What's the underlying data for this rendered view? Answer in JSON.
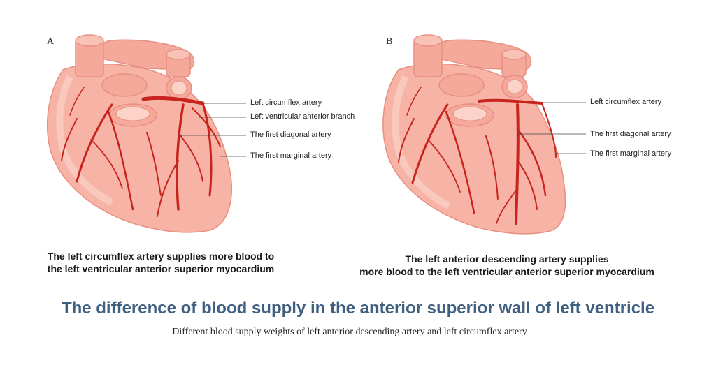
{
  "panels": [
    {
      "letter": "A",
      "labels": [
        "Left circumflex artery",
        "Left ventricular anterior branch",
        "The first diagonal artery",
        "The first marginal artery"
      ],
      "caption": [
        "The left circumflex artery supplies more blood to",
        "the left ventricular anterior superior myocardium"
      ]
    },
    {
      "letter": "B",
      "labels": [
        "Left circumflex artery",
        "The first diagonal artery",
        "The first marginal artery"
      ],
      "caption": [
        "The left anterior descending artery supplies",
        "more blood to  the left ventricular anterior superior myocardium"
      ]
    }
  ],
  "title": "The difference of blood supply in the anterior superior wall of left ventricle",
  "subtitle": "Different blood supply weights of left anterior descending artery and left circumflex artery",
  "colors": {
    "heart": "#f6b3a6",
    "heart_dark": "#e88f82",
    "heart_light": "#fbd3c9",
    "artery": "#c8241d",
    "title": "#3e5f80"
  }
}
